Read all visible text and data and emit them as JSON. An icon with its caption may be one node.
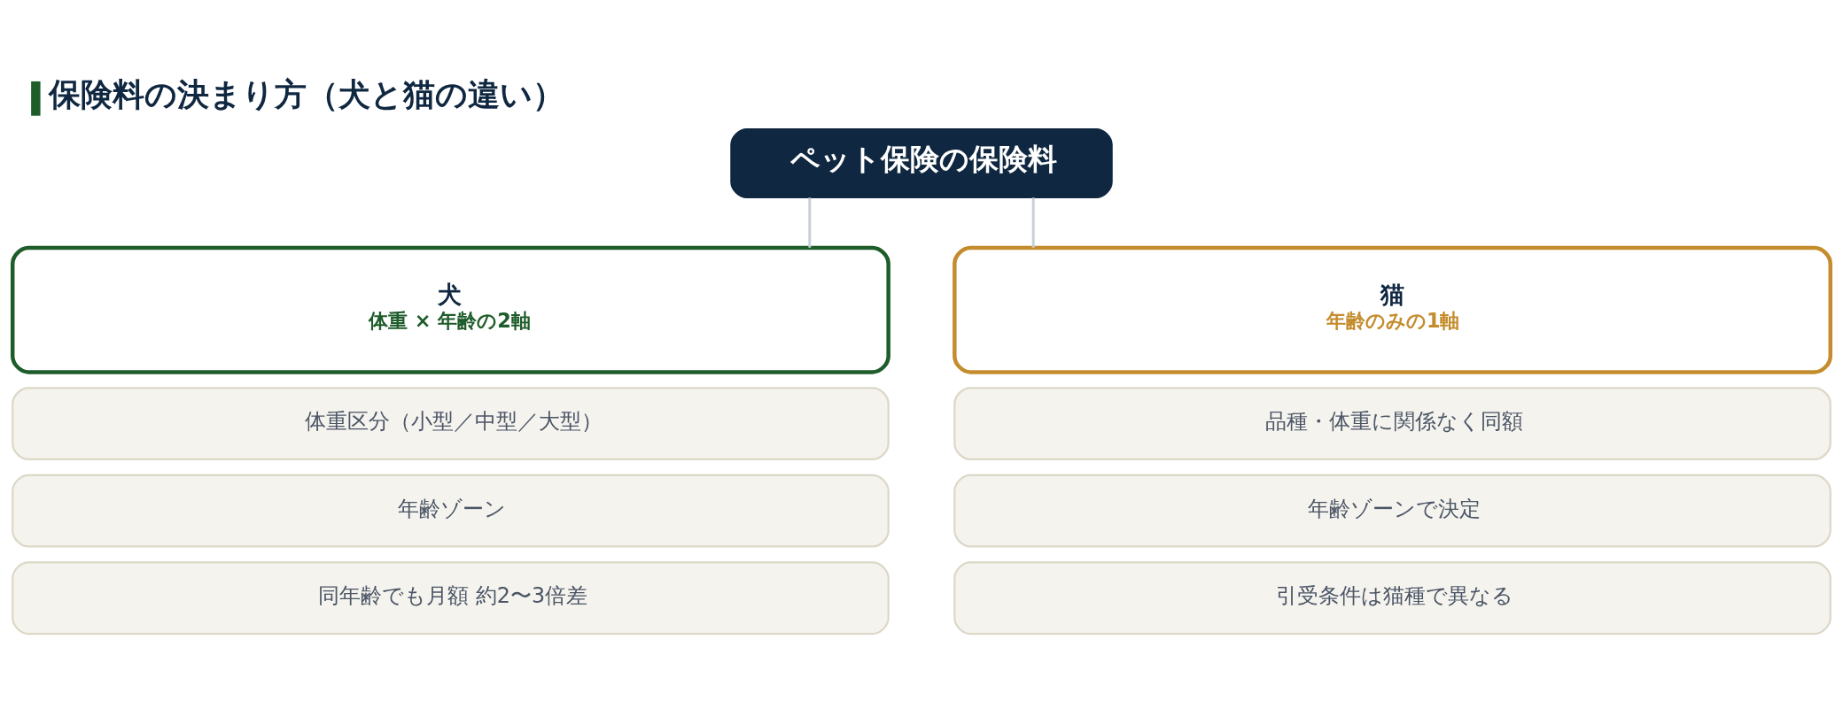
{
  "diagram": {
    "title": "保険料の決まり方（犬と猫の違い）",
    "nodes": [
      {
        "text": [
          "ペット保険の保険料"
        ]
      },
      {
        "text": [
          "犬",
          "体重 × 年齢の2軸"
        ]
      },
      {
        "text": [
          "猫",
          "年齢のみの1軸"
        ]
      },
      {
        "text": [
          "体重区分（小型／中型／大型）"
        ]
      },
      {
        "text": [
          "年齢ゾーン"
        ]
      },
      {
        "text": [
          "同年齢でも月額 約2〜3倍差"
        ]
      },
      {
        "text": [
          "品種・体重に関係なく同額"
        ]
      },
      {
        "text": [
          "年齢ゾーンで決定"
        ]
      },
      {
        "text": [
          "引受条件は猫種で異なる"
        ]
      }
    ],
    "edges": [
      {
        "from": 0,
        "to": 1,
        "arrow": "none"
      },
      {
        "from": 0,
        "to": 2,
        "arrow": "none"
      }
    ]
  }
}
